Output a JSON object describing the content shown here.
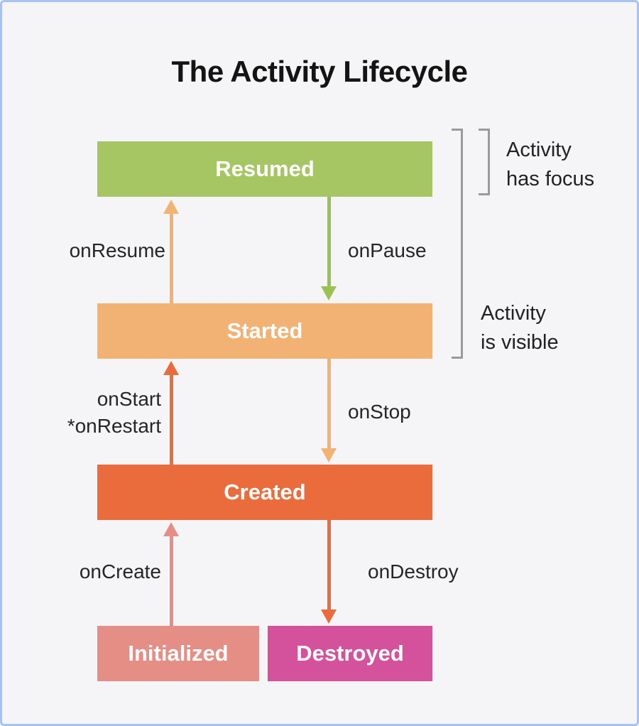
{
  "title": "The Activity Lifecycle",
  "states": [
    {
      "id": "resumed",
      "label": "Resumed",
      "color": "#a6c663"
    },
    {
      "id": "started",
      "label": "Started",
      "color": "#f2b273"
    },
    {
      "id": "created",
      "label": "Created",
      "color": "#ea6c3c"
    },
    {
      "id": "initialized",
      "label": "Initialized",
      "color": "#e58e85"
    },
    {
      "id": "destroyed",
      "label": "Destroyed",
      "color": "#d4519c"
    }
  ],
  "transitions": {
    "on_resume": {
      "label": "onResume",
      "direction": "up",
      "from": "started",
      "to": "resumed",
      "color": "#f2b273"
    },
    "on_pause": {
      "label": "onPause",
      "direction": "down",
      "from": "resumed",
      "to": "started",
      "color": "#9cc153"
    },
    "on_start": {
      "label": "onStart",
      "note": "*onRestart",
      "direction": "up",
      "from": "created",
      "to": "started",
      "color": "#ea6c3c"
    },
    "on_stop": {
      "label": "onStop",
      "direction": "down",
      "from": "started",
      "to": "created",
      "color": "#f2b273"
    },
    "on_create": {
      "label": "onCreate",
      "direction": "up",
      "from": "initialized",
      "to": "created",
      "color": "#e58e85"
    },
    "on_destroy": {
      "label": "onDestroy",
      "direction": "down",
      "from": "created",
      "to": "destroyed",
      "color": "#ea6c3c"
    }
  },
  "annotations": {
    "has_focus": {
      "line1": "Activity",
      "line2": "has focus"
    },
    "is_visible": {
      "line1": "Activity",
      "line2": "is visible"
    }
  },
  "colors": {
    "background": "#f5f4f6",
    "frame_border": "#a9c3f1",
    "bracket": "#9a9a9a",
    "label_text": "#262626",
    "box_text": "#ffffff",
    "title_text": "#141414"
  }
}
